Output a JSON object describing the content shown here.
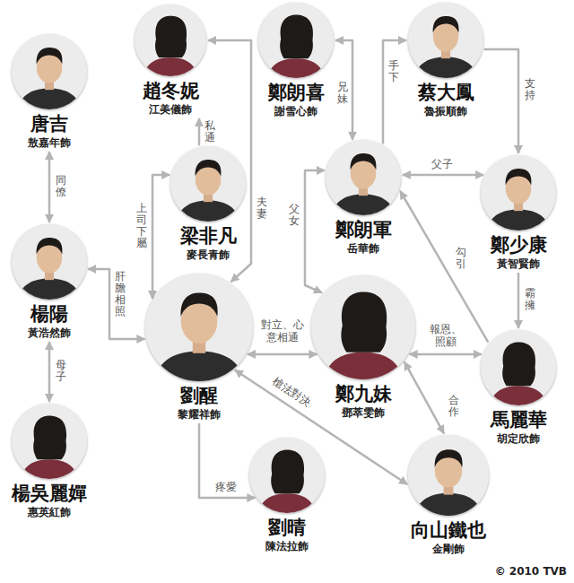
{
  "diagram": {
    "nodes": [
      {
        "text": [
          "趙冬妮",
          "江美儀飾"
        ]
      },
      {
        "text": [
          "鄭朗喜",
          "謝雪心飾"
        ]
      },
      {
        "text": [
          "蔡大鳳",
          "魯振順飾"
        ]
      },
      {
        "text": [
          "唐吉",
          "敖嘉年飾"
        ]
      },
      {
        "text": [
          "梁非凡",
          "麥長青飾"
        ]
      },
      {
        "text": [
          "鄭朗軍",
          "岳華飾"
        ]
      },
      {
        "text": [
          "鄭少康",
          "黃智賢飾"
        ]
      },
      {
        "text": [
          "楊陽",
          "黃浩然飾"
        ]
      },
      {
        "text": [
          "劉醒",
          "黎耀祥飾"
        ]
      },
      {
        "text": [
          "鄭九妹",
          "鄧萃雯飾"
        ]
      },
      {
        "text": [
          "馬麗華",
          "胡定欣飾"
        ]
      },
      {
        "text": [
          "楊吳麗嬋",
          "惠英紅飾"
        ]
      },
      {
        "text": [
          "劉晴",
          "陳法拉飾"
        ]
      },
      {
        "text": [
          "向山鐵也",
          "金剛飾"
        ]
      }
    ],
    "edges": [
      {
        "from": 4,
        "to": 0,
        "label": "私通",
        "arrow": "to"
      },
      {
        "from": 8,
        "to": 0,
        "label": "夫妻",
        "arrow": "both"
      },
      {
        "from": 1,
        "to": 5,
        "label": "兄妹",
        "arrow": "both"
      },
      {
        "from": 5,
        "to": 2,
        "label": "手下",
        "arrow": "to"
      },
      {
        "from": 2,
        "to": 6,
        "label": "支持",
        "arrow": "to"
      },
      {
        "from": 5,
        "to": 6,
        "label": "父子",
        "arrow": "both"
      },
      {
        "from": 6,
        "to": 10,
        "label": "霸擁",
        "arrow": "to"
      },
      {
        "from": 10,
        "to": 5,
        "label": "勾引",
        "arrow": "to"
      },
      {
        "from": 5,
        "to": 9,
        "label": "父女",
        "arrow": "both"
      },
      {
        "from": 3,
        "to": 7,
        "label": "同僚",
        "arrow": "both"
      },
      {
        "from": 4,
        "to": 8,
        "label": "上司下屬",
        "arrow": "both"
      },
      {
        "from": 7,
        "to": 8,
        "label": "肝膽相照",
        "arrow": "both"
      },
      {
        "from": 7,
        "to": 11,
        "label": "母子",
        "arrow": "both"
      },
      {
        "from": 8,
        "to": 9,
        "label": "對立、心意相通",
        "arrow": "both"
      },
      {
        "from": 9,
        "to": 10,
        "label": "報恩、照顧",
        "arrow": "both"
      },
      {
        "from": 9,
        "to": 13,
        "label": "合作",
        "arrow": "both"
      },
      {
        "from": 8,
        "to": 12,
        "label": "疼愛",
        "arrow": "to"
      },
      {
        "from": 8,
        "to": 13,
        "label": "槍法對決",
        "arrow": "both"
      }
    ],
    "labels": [
      "© 2010 TVB"
    ]
  }
}
